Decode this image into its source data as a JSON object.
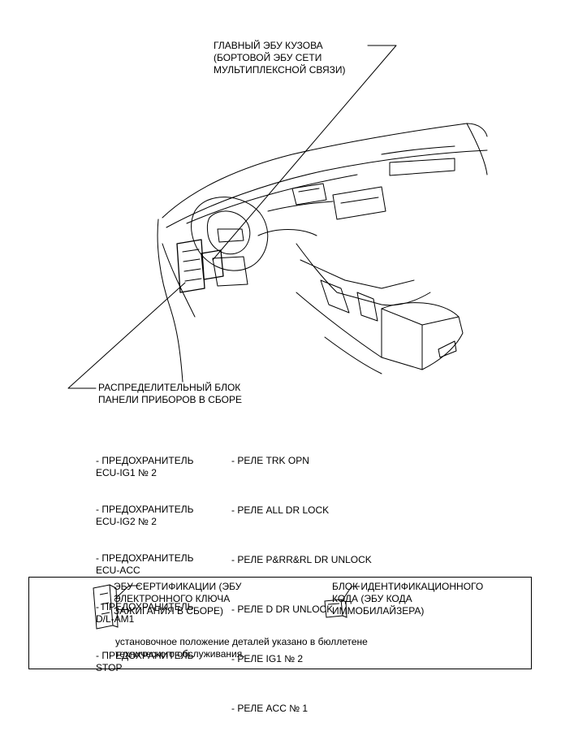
{
  "callouts": {
    "body_ecu": "ГЛАВНЫЙ ЭБУ КУЗОВА\n(БОРТОВОЙ ЭБУ СЕТИ\nМУЛЬТИПЛЕКСНОЙ СВЯЗИ)",
    "junction_block": "РАСПРЕДЕЛИТЕЛЬНЫЙ БЛОК\nПАНЕЛИ ПРИБОРОВ В СБОРЕ"
  },
  "fuses": [
    "- ПРЕДОХРАНИТЕЛЬ\nECU-IG1 № 2",
    "- ПРЕДОХРАНИТЕЛЬ\nECU-IG2 № 2",
    "- ПРЕДОХРАНИТЕЛЬ\nECU-ACC",
    "- ПРЕДОХРАНИТЕЛЬ\nD/L-AM1",
    "- ПРЕДОХРАНИТЕЛЬ\nSTOP"
  ],
  "relays": [
    "- РЕЛЕ TRK OPN",
    "- РЕЛЕ ALL DR LOCK",
    "- РЕЛЕ P&RR&RL DR UNLOCK",
    "- РЕЛЕ D DR UNLOCK",
    "- РЕЛЕ IG1 № 2",
    "- РЕЛЕ ACC № 1"
  ],
  "legend": {
    "cert_ecu": "ЭБУ СЕРТИФИКАЦИИ (ЭБУ\nЭЛЕКТРОННОГО КЛЮЧА\nЗАЖИГАНИЯ В СБОРЕ)",
    "immobilizer": "БЛОК ИДЕНТИФИКАЦИОННОГО\nКОДА (ЭБУ КОДА\nИММОБИЛАЙЗЕРА)",
    "note": "установочное положение деталей указано в бюллетене\nтехнического обслуживания."
  }
}
